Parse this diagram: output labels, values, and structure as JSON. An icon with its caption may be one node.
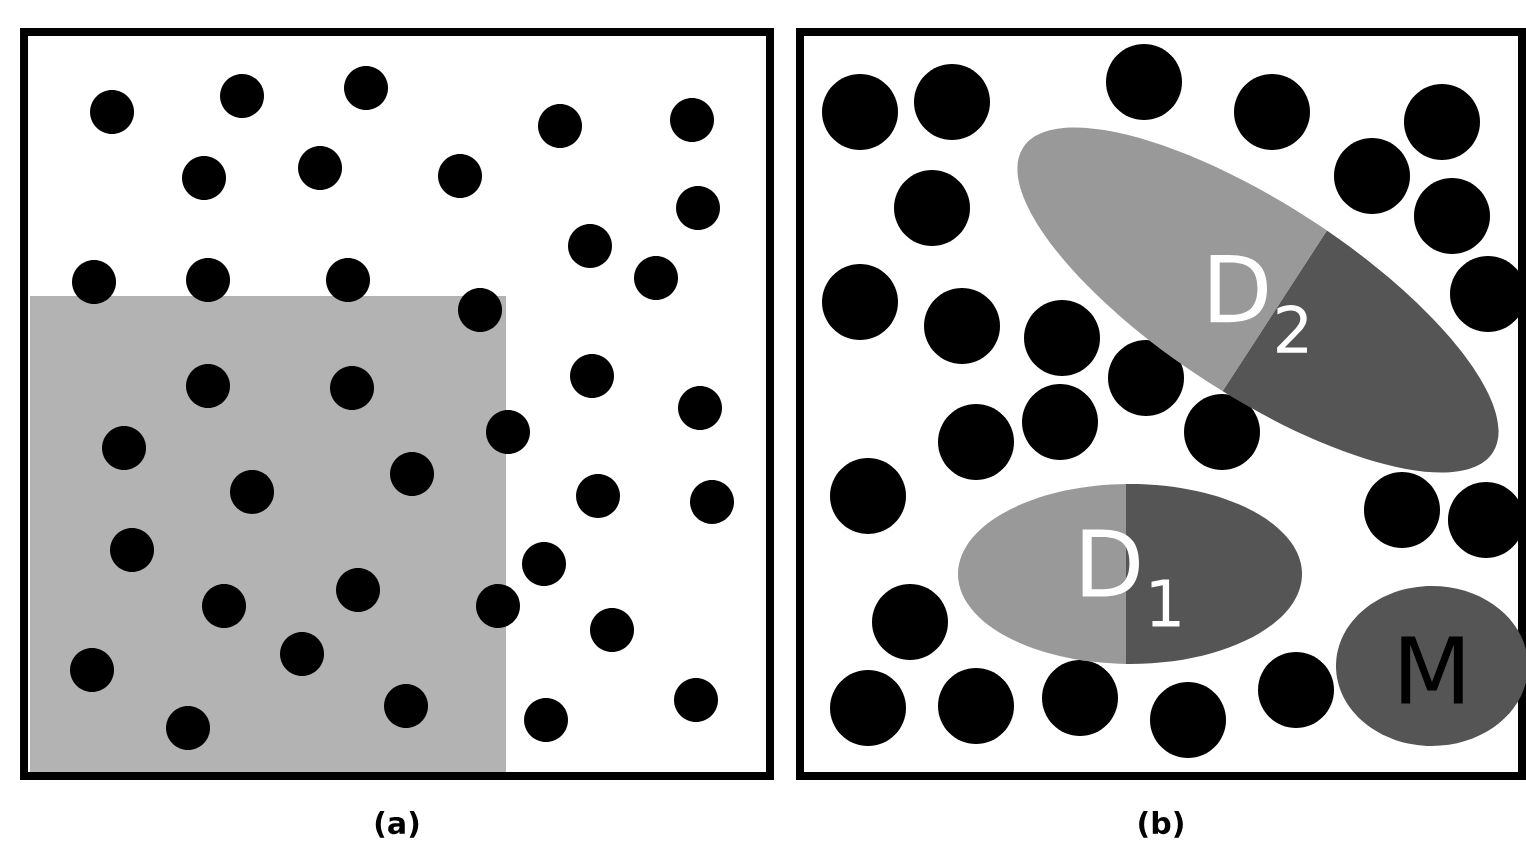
{
  "diagram": {
    "nodes": [
      {
        "text": [
          "(a)"
        ]
      },
      {
        "text": [],
        "shape": "box",
        "in": 0
      },
      {
        "text": [
          "(b)"
        ]
      },
      {
        "text": [
          "D$_{2}$"
        ],
        "in": 2
      },
      {
        "text": [
          "D$_{1}$"
        ],
        "in": 2
      },
      {
        "text": [
          "M"
        ],
        "in": 2
      }
    ]
  }
}
